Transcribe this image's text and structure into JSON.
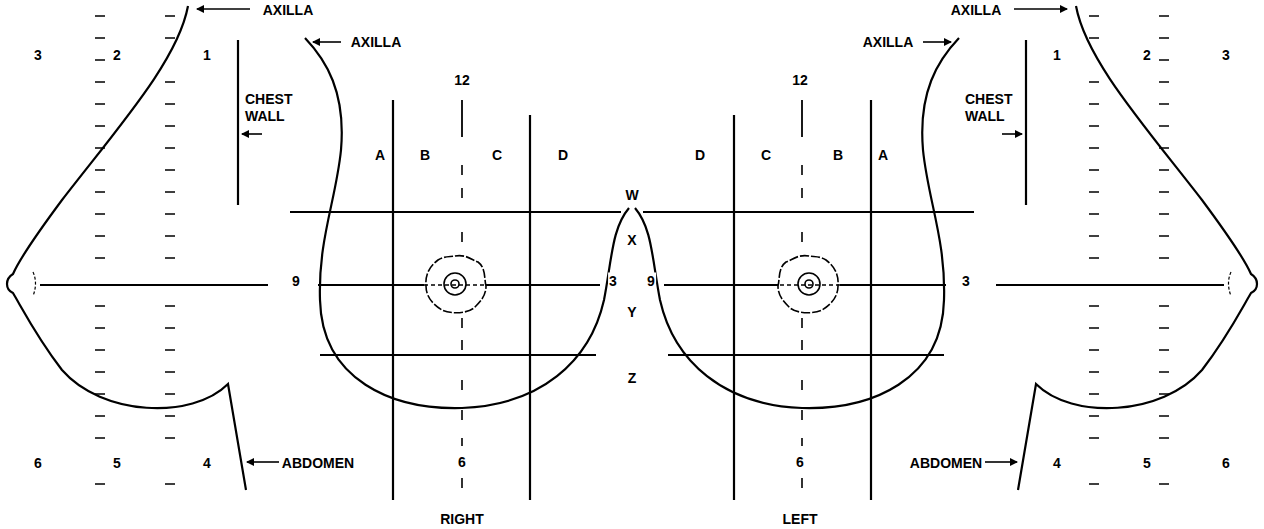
{
  "diagram": {
    "labels": [
      "AXILLA",
      "3",
      "2",
      "1",
      "CHEST WALL",
      "AXILLA",
      "12",
      "A",
      "B",
      "C",
      "D",
      "W",
      "12",
      "D",
      "C",
      "B",
      "A",
      "AXILLA",
      "AXILLA",
      "CHEST WALL",
      "1",
      "2",
      "3",
      "9",
      "X",
      "3",
      "9",
      "3",
      "Y",
      "Z",
      "6",
      "5",
      "4",
      "ABDOMEN",
      "6",
      "6",
      "ABDOMEN",
      "4",
      "5",
      "6",
      "RIGHT",
      "LEFT"
    ]
  }
}
